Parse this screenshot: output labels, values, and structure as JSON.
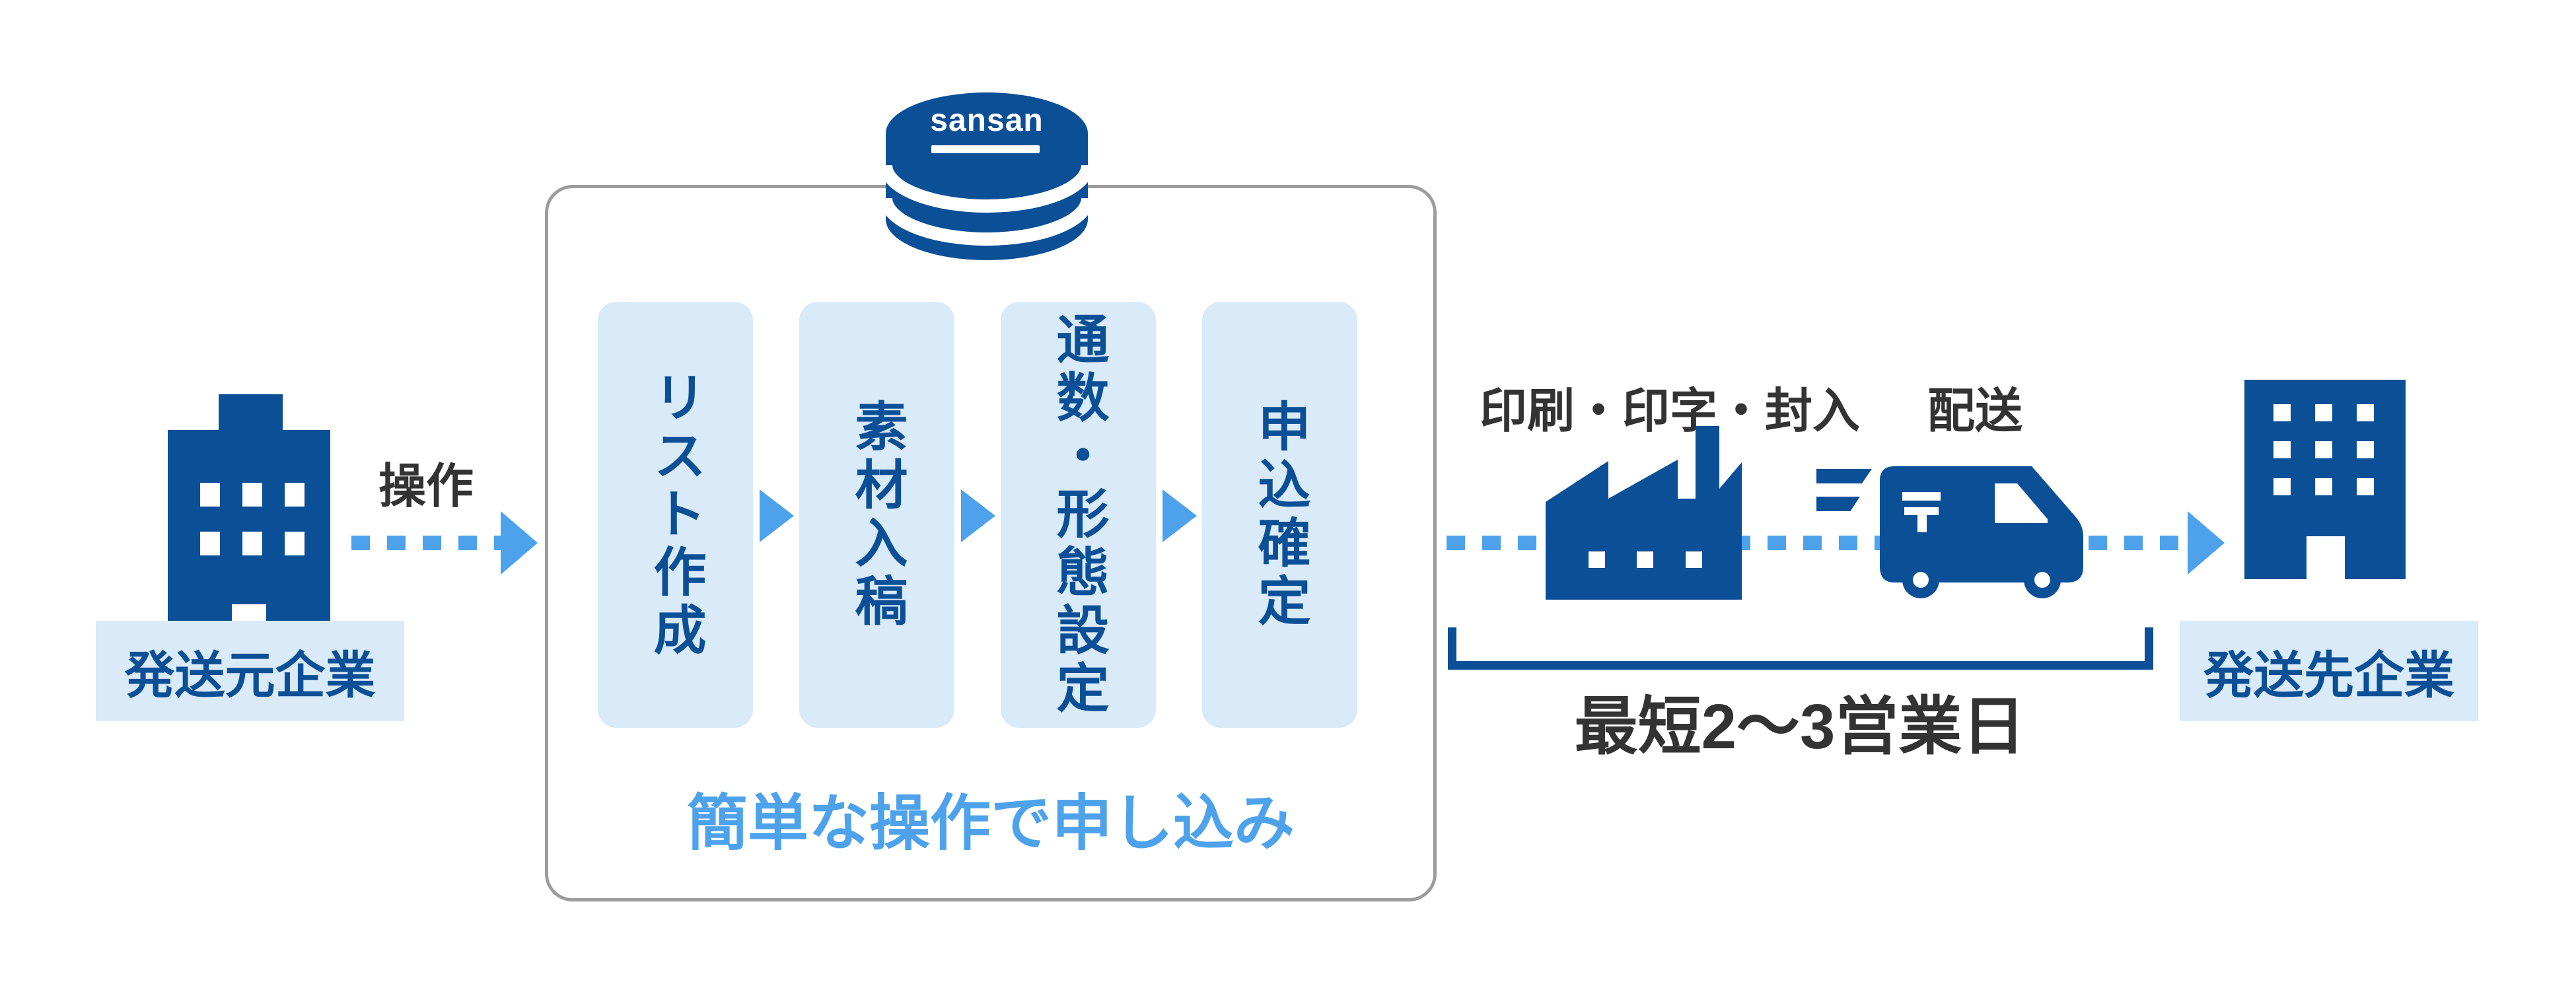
{
  "colors": {
    "dark-blue": "#0B4F97",
    "bright-blue": "#4DA2EB",
    "light-blue": "#D9EAF8",
    "gray-text": "#333333",
    "border-gray": "#9C9C9C"
  },
  "source_company": {
    "label": "発送元企業"
  },
  "operation_label": "操作",
  "sansan_box": {
    "logo": "sansan",
    "steps": [
      {
        "label": "リスト作成"
      },
      {
        "label": "素材入稿"
      },
      {
        "label": "通数・形態設定"
      },
      {
        "label": "申込確定"
      }
    ],
    "caption": "簡単な操作で申し込み"
  },
  "fulfillment": {
    "print_label": "印刷・印字・封入",
    "delivery_label": "配送",
    "postal_mark": "〒",
    "duration_label": "最短2～3営業日"
  },
  "destination_company": {
    "label": "発送先企業"
  }
}
